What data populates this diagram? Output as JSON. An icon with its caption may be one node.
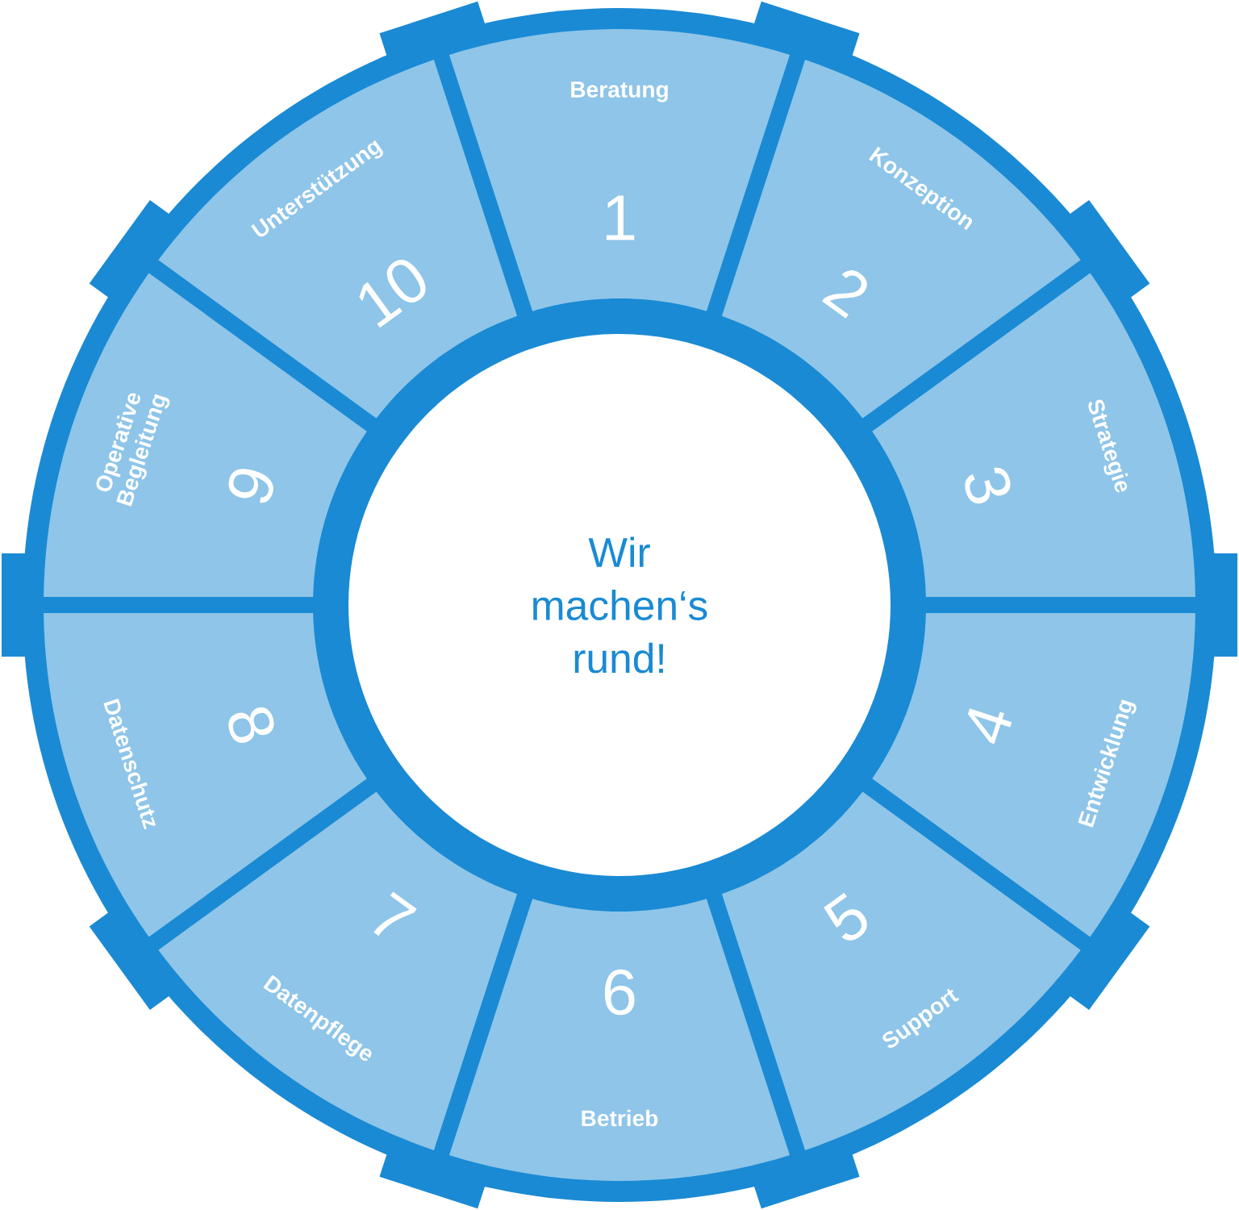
{
  "diagram": {
    "nodes": [
      {
        "text": [
          "Wir machen‘s rund!"
        ]
      },
      {
        "text": [
          "Beratung",
          "1"
        ]
      },
      {
        "text": [
          "Konzeption",
          "2"
        ]
      },
      {
        "text": [
          "Strategie",
          "3"
        ]
      },
      {
        "text": [
          "4",
          "Entwicklung"
        ]
      },
      {
        "text": [
          "5",
          "Support"
        ]
      },
      {
        "text": [
          "6",
          "Betrieb"
        ]
      },
      {
        "text": [
          "7",
          "Datenpflege"
        ]
      },
      {
        "text": [
          "8",
          "Datenschutz"
        ]
      },
      {
        "text": [
          "Operative Begleitung",
          "9"
        ]
      },
      {
        "text": [
          "Unterstützung",
          "10"
        ]
      }
    ]
  }
}
